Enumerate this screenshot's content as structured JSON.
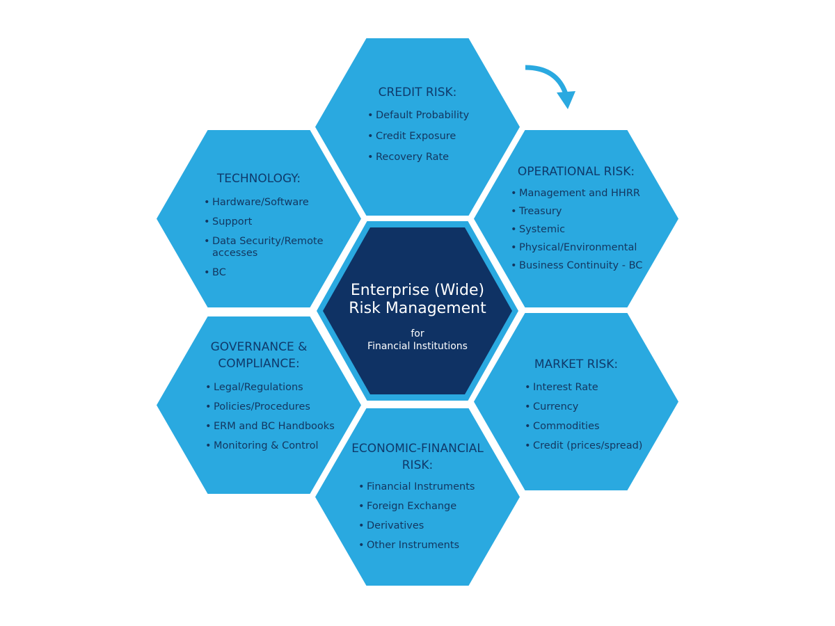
{
  "center": {
    "title": "Enterprise (Wide)\nRisk Management",
    "subtitle": "for\nFinancial Institutions",
    "fill_color": "#0f3264"
  },
  "hex_color": "#2aa9e0",
  "title_color": "#0f3a6b",
  "arrow": {
    "icon": "curved-arrow-clockwise-icon",
    "color": "#2aa9e0"
  },
  "hexes": {
    "credit": {
      "title": "CREDIT RISK:",
      "items": [
        "Default Probability",
        "Credit Exposure",
        "Recovery Rate"
      ]
    },
    "operational": {
      "title": "OPERATIONAL RISK:",
      "items": [
        "Management and HHRR",
        "Treasury",
        "Systemic",
        "Physical/Environmental",
        "Business Continuity - BC"
      ]
    },
    "market": {
      "title": "MARKET RISK:",
      "items": [
        "Interest Rate",
        "Currency",
        "Commodities",
        "Credit (prices/spread)"
      ]
    },
    "economic": {
      "title": "ECONOMIC-FINANCIAL\nRISK:",
      "items": [
        "Financial Instruments",
        "Foreign Exchange",
        "Derivatives",
        "Other Instruments"
      ]
    },
    "governance": {
      "title": "GOVERNANCE &\nCOMPLIANCE:",
      "items": [
        "Legal/Regulations",
        "Policies/Procedures",
        "ERM and BC Handbooks",
        "Monitoring & Control"
      ]
    },
    "technology": {
      "title": "TECHNOLOGY:",
      "items": [
        "Hardware/Software",
        "Support",
        "Data Security/Remote accesses",
        "BC"
      ]
    }
  }
}
